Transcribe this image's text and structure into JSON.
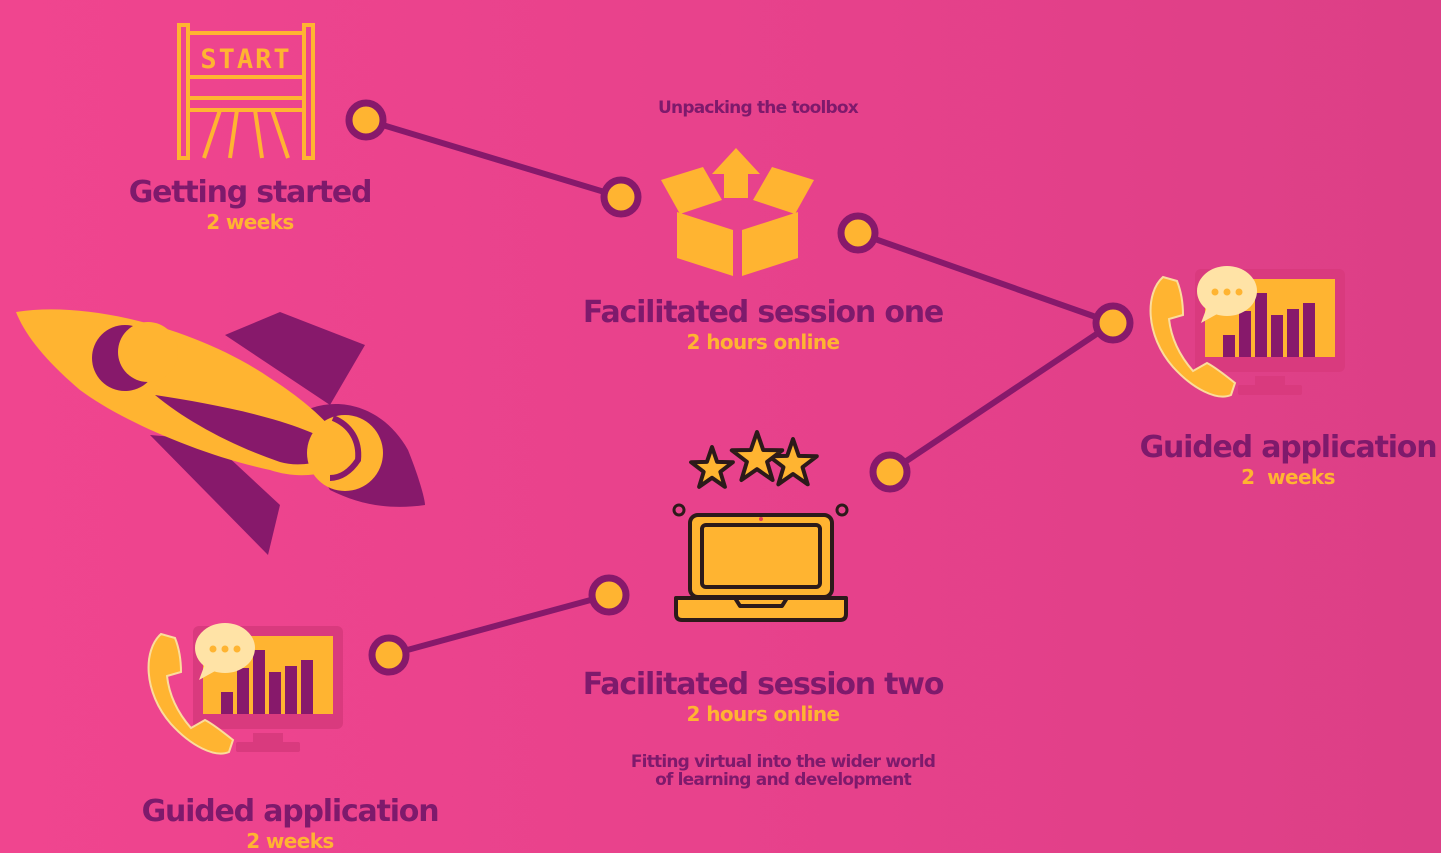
{
  "colors": {
    "background": "#ec4590",
    "dark_purple": "#7e1a6c",
    "line_purple": "#87196b",
    "orange": "#ffb431",
    "screen_pink": "#d93a7e"
  },
  "steps": [
    {
      "title": "Getting started",
      "duration": "2 weeks",
      "icon": "start-gate-icon"
    },
    {
      "note": "Unpacking the toolbox",
      "title": "Facilitated session one",
      "duration": "2 hours online",
      "icon": "open-box-icon"
    },
    {
      "title": "Guided application",
      "duration": "2  weeks",
      "icon": "phone-chart-icon"
    },
    {
      "title": "Facilitated session two",
      "duration": "2 hours online",
      "note_lines": [
        "Fitting virtual into the wider world",
        "of learning and development"
      ],
      "icon": "laptop-stars-icon"
    },
    {
      "title": "Guided application",
      "duration": "2 weeks",
      "icon": "phone-chart-icon"
    }
  ],
  "decoration": {
    "icon": "rocket-icon"
  }
}
